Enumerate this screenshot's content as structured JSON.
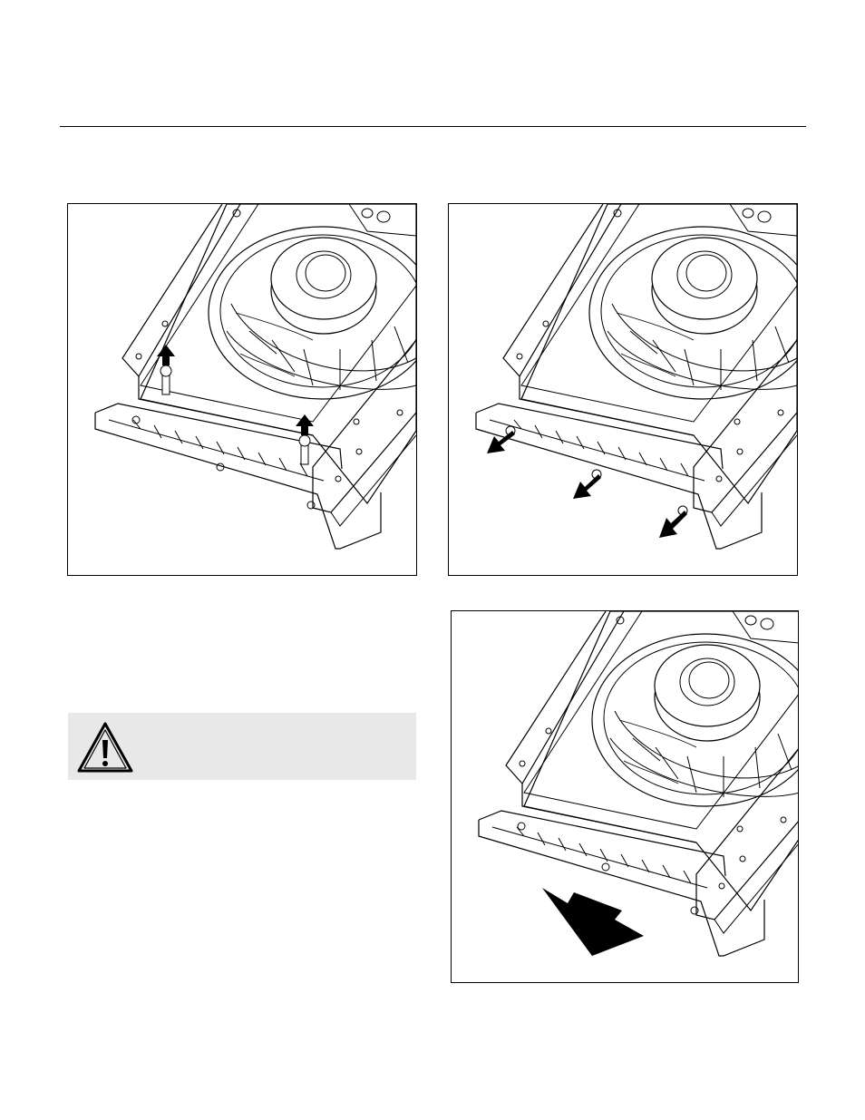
{
  "page": {
    "figures": [
      {
        "id": "remove-screws",
        "arrow_direction": "up"
      },
      {
        "id": "slide-clips",
        "arrow_direction": "down-left"
      },
      {
        "id": "pull-grille-frame",
        "arrow_direction": "down"
      }
    ],
    "warning": {
      "icon": "warning-triangle-icon",
      "background": "#e8e8e8",
      "text": ""
    }
  }
}
